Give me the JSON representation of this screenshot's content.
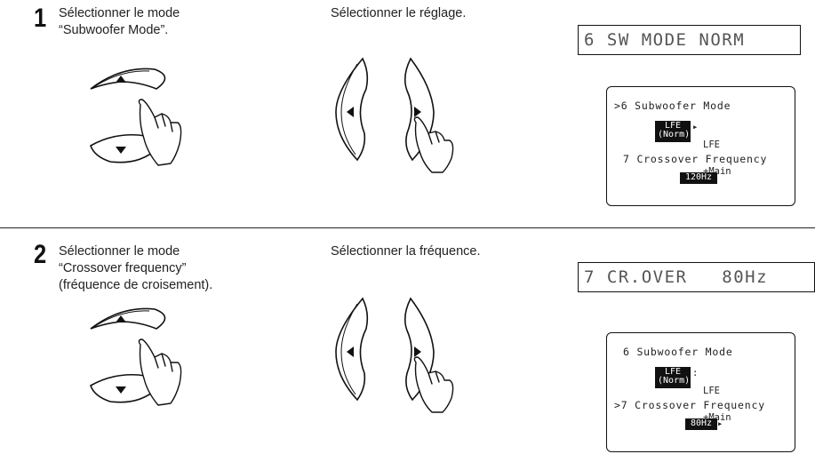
{
  "step1": {
    "number": "1",
    "instruction_left": [
      "Sélectionner le mode",
      "“Subwoofer Mode”."
    ],
    "instruction_mid": [
      "Sélectionner le réglage."
    ],
    "display_text": "6 SW MODE NORM",
    "osd": {
      "line1": ">6 Subwoofer Mode",
      "opt_a": [
        "LFE",
        "(Norm)"
      ],
      "opt_sep": "▸",
      "opt_b": [
        "LFE",
        "+Main"
      ],
      "line3": "7 Crossover Frequency",
      "value": "120Hz"
    }
  },
  "step2": {
    "number": "2",
    "instruction_left": [
      "Sélectionner le mode",
      "“Crossover frequency”",
      "(fréquence de croisement)."
    ],
    "instruction_mid": [
      "Sélectionner la fréquence."
    ],
    "display_text": "7 CR.OVER   80Hz",
    "osd": {
      "line1": "6 Subwoofer Mode",
      "opt_a": [
        "LFE",
        "(Norm)"
      ],
      "opt_sep": ":",
      "opt_b": [
        "LFE",
        "+Main"
      ],
      "line3": ">7 Crossover Frequency",
      "value": "80Hz",
      "value_arrow": "▸"
    }
  },
  "icons": {
    "updown": "up-down-cursor-buttons-with-finger",
    "leftright": "left-right-cursor-buttons-with-finger"
  }
}
